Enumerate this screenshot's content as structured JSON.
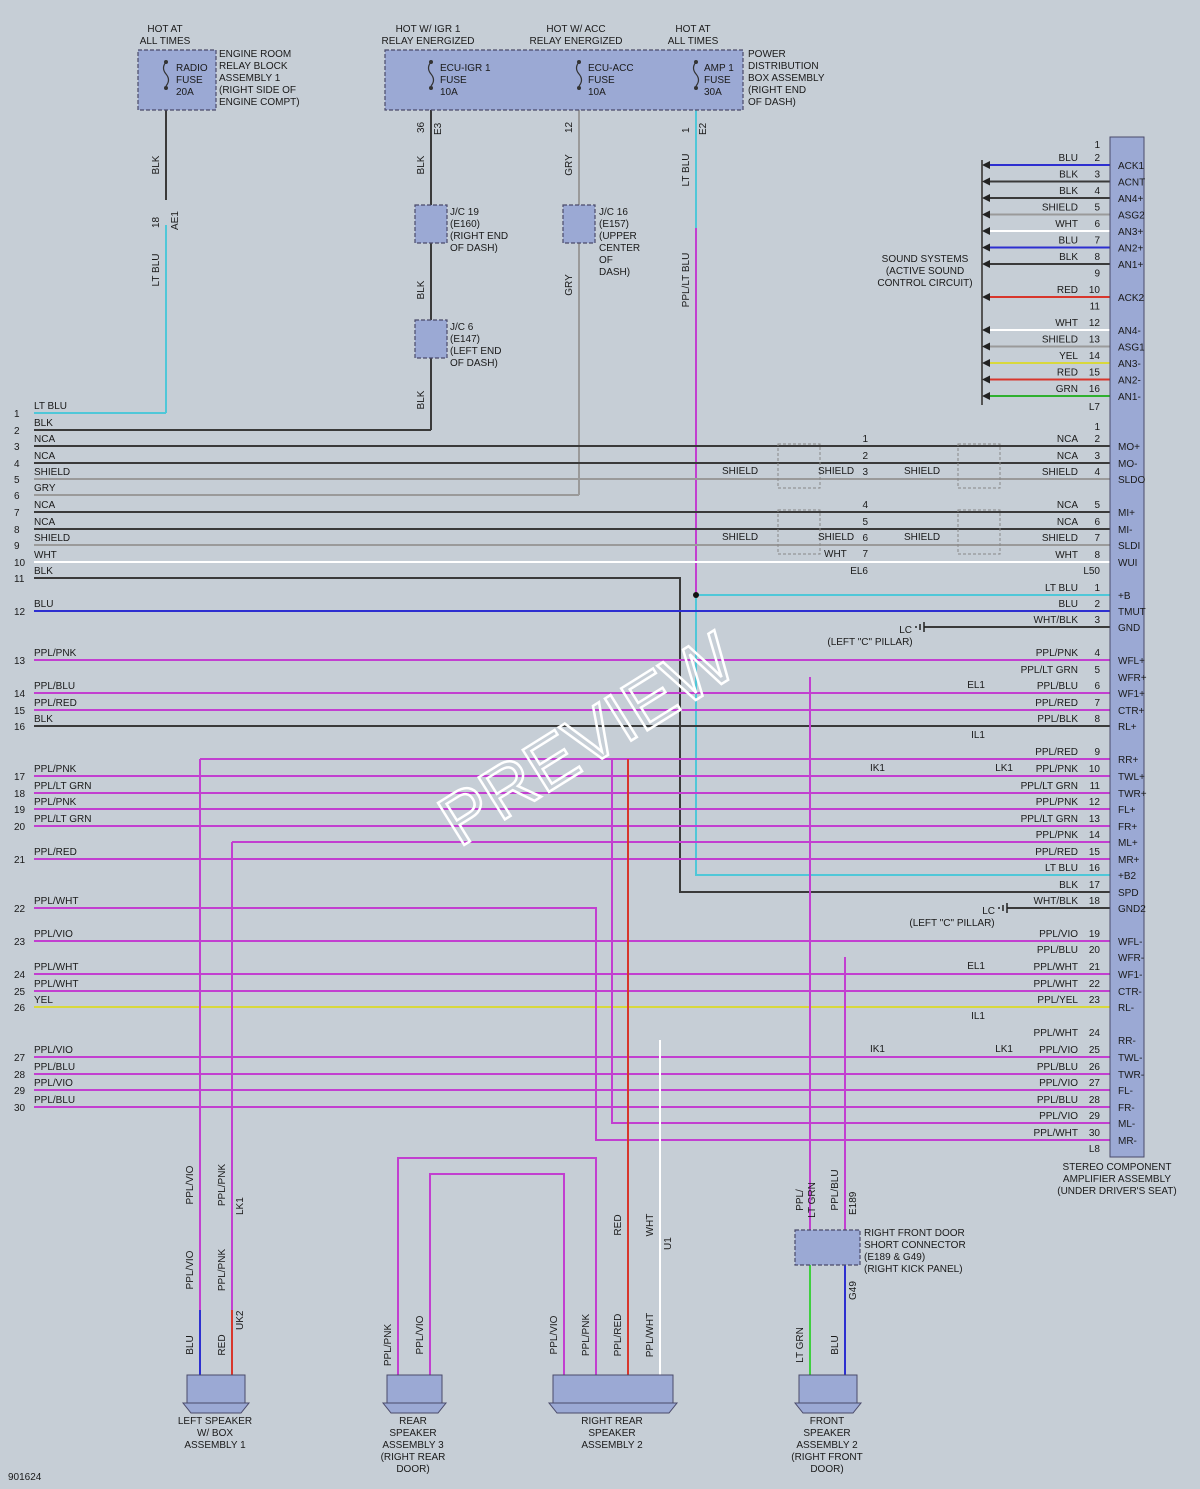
{
  "header": {
    "hot_all_times_1": "HOT AT\nALL TIMES",
    "hot_igr": "HOT W/ IGR 1\nRELAY ENERGIZED",
    "hot_acc": "HOT W/ ACC\nRELAY ENERGIZED",
    "hot_all_times_2": "HOT AT\nALL TIMES"
  },
  "boxes": {
    "engine_room": "ENGINE ROOM\nRELAY BLOCK\nASSEMBLY 1\n(RIGHT SIDE OF\nENGINE COMPT)",
    "radio_fuse": "RADIO\nFUSE\n20A",
    "ecu_igr": "ECU-IGR 1\nFUSE\n10A",
    "ecu_acc": "ECU-ACC\nFUSE\n10A",
    "amp_fuse": "AMP 1\nFUSE\n30A",
    "power_dist": "POWER\nDISTRIBUTION\nBOX ASSEMBLY\n(RIGHT END\nOF DASH)",
    "jc19": "J/C 19\n(E160)\n(RIGHT END\nOF DASH)",
    "jc16": "J/C 16\n(E157)\n(UPPER\nCENTER\nOF\nDASH)",
    "jc6": "J/C 6\n(E147)\n(LEFT END\nOF DASH)",
    "sound_systems": "SOUND SYSTEMS\n(ACTIVE SOUND\nCONTROL CIRCUIT)",
    "amplifier": "STEREO COMPONENT\nAMPLIFIER ASSEMBLY\n(UNDER DRIVER'S SEAT)",
    "rf_door_conn": "RIGHT FRONT DOOR\nSHORT CONNECTOR\n(E189 & G49)\n(RIGHT KICK PANEL)",
    "left_speaker": "LEFT SPEAKER\nW/ BOX\nASSEMBLY 1",
    "rear_speaker3": "REAR\nSPEAKER\nASSEMBLY 3\n(RIGHT REAR\nDOOR)",
    "right_rear_speaker2": "RIGHT REAR\nSPEAKER\nASSEMBLY 2",
    "front_speaker2": "FRONT\nSPEAKER\nASSEMBLY 2\n(RIGHT FRONT\nDOOR)"
  },
  "colors": {
    "blk": "#3a3a3a",
    "ltblu": "#4fc7d8",
    "blu": "#2d2fd0",
    "gry": "#9a9a9a",
    "ppl": "#c23fd0",
    "red": "#d8362c",
    "yel": "#d8d83c",
    "grn": "#2fb02f",
    "wht": "#ffffff",
    "ltgrn": "#3fcf3f"
  },
  "top_wires": [
    {
      "label": "BLK",
      "pin_top": "",
      "pin_bot": "18",
      "conn": "AE1"
    },
    {
      "label": "LT BLU",
      "pin_top": "",
      "pin_bot": "",
      "conn": ""
    },
    {
      "label": "BLK",
      "pin_top": "36",
      "pin_bot": "",
      "conn": "E3"
    },
    {
      "label": "GRY",
      "pin_top": "12",
      "pin_bot": "",
      "conn": ""
    },
    {
      "label": "LT BLU",
      "pin_top": "1",
      "pin_bot": "",
      "conn": "E2"
    }
  ],
  "left_lines": [
    {
      "num": "1",
      "label": "LT BLU"
    },
    {
      "num": "2",
      "label": "BLK"
    },
    {
      "num": "3",
      "label": "NCA"
    },
    {
      "num": "4",
      "label": "NCA"
    },
    {
      "num": "5",
      "label": "SHIELD"
    },
    {
      "num": "6",
      "label": "GRY"
    },
    {
      "num": "7",
      "label": "NCA"
    },
    {
      "num": "8",
      "label": "NCA"
    },
    {
      "num": "9",
      "label": "SHIELD"
    },
    {
      "num": "10",
      "label": "WHT"
    },
    {
      "num": "11",
      "label": "BLK"
    },
    {
      "num": "12",
      "label": "BLU"
    },
    {
      "num": "13",
      "label": "PPL/PNK"
    },
    {
      "num": "14",
      "label": "PPL/BLU"
    },
    {
      "num": "15",
      "label": "PPL/RED"
    },
    {
      "num": "16",
      "label": "BLK"
    },
    {
      "num": "17",
      "label": "PPL/PNK"
    },
    {
      "num": "18",
      "label": "PPL/LT GRN"
    },
    {
      "num": "19",
      "label": "PPL/PNK"
    },
    {
      "num": "20",
      "label": "PPL/LT GRN"
    },
    {
      "num": "21",
      "label": "PPL/RED"
    },
    {
      "num": "22",
      "label": "PPL/WHT"
    },
    {
      "num": "23",
      "label": "PPL/VIO"
    },
    {
      "num": "24",
      "label": "PPL/WHT"
    },
    {
      "num": "25",
      "label": "PPL/WHT"
    },
    {
      "num": "26",
      "label": "YEL"
    },
    {
      "num": "27",
      "label": "PPL/VIO"
    },
    {
      "num": "28",
      "label": "PPL/BLU"
    },
    {
      "num": "29",
      "label": "PPL/VIO"
    },
    {
      "num": "30",
      "label": "PPL/BLU"
    }
  ],
  "l7_pins": [
    {
      "color": "BLU",
      "pin": "2",
      "sig": "ACK1"
    },
    {
      "color": "BLK",
      "pin": "3",
      "sig": "ACNT"
    },
    {
      "color": "BLK",
      "pin": "4",
      "sig": "AN4+"
    },
    {
      "color": "SHIELD",
      "pin": "5",
      "sig": "ASG2"
    },
    {
      "color": "WHT",
      "pin": "6",
      "sig": "AN3+"
    },
    {
      "color": "BLU",
      "pin": "7",
      "sig": "AN2+"
    },
    {
      "color": "BLK",
      "pin": "8",
      "sig": "AN1+"
    },
    {
      "color": "",
      "pin": "9",
      "sig": ""
    },
    {
      "color": "RED",
      "pin": "10",
      "sig": "ACK2"
    },
    {
      "color": "",
      "pin": "11",
      "sig": ""
    },
    {
      "color": "WHT",
      "pin": "12",
      "sig": "AN4-"
    },
    {
      "color": "SHIELD",
      "pin": "13",
      "sig": "ASG1"
    },
    {
      "color": "YEL",
      "pin": "14",
      "sig": "AN3-"
    },
    {
      "color": "RED",
      "pin": "15",
      "sig": "AN2-"
    },
    {
      "color": "GRN",
      "pin": "16",
      "sig": "AN1-"
    }
  ],
  "l50_pins": [
    {
      "color": "NCA",
      "pin": "2",
      "sig": "MO+"
    },
    {
      "color": "NCA",
      "pin": "3",
      "sig": "MO-"
    },
    {
      "color": "SHIELD",
      "pin": "4",
      "sig": "SLDO"
    },
    {
      "color": "NCA",
      "pin": "5",
      "sig": "MI+"
    },
    {
      "color": "NCA",
      "pin": "6",
      "sig": "MI-"
    },
    {
      "color": "SHIELD",
      "pin": "7",
      "sig": "SLDI"
    },
    {
      "color": "WHT",
      "pin": "8",
      "sig": "WUI"
    }
  ],
  "l8_pins": [
    {
      "color": "LT BLU",
      "pin": "1",
      "sig": "+B"
    },
    {
      "color": "BLU",
      "pin": "2",
      "sig": "TMUT"
    },
    {
      "color": "WHT/BLK",
      "pin": "3",
      "sig": "GND"
    },
    {
      "color": "PPL/PNK",
      "pin": "4",
      "sig": "WFL+"
    },
    {
      "color": "PPL/LT GRN",
      "pin": "5",
      "sig": "WFR+"
    },
    {
      "color": "PPL/BLU",
      "pin": "6",
      "sig": "WF1+"
    },
    {
      "color": "PPL/RED",
      "pin": "7",
      "sig": "CTR+"
    },
    {
      "color": "PPL/BLK",
      "pin": "8",
      "sig": "RL+"
    },
    {
      "color": "PPL/RED",
      "pin": "9",
      "sig": "RR+"
    },
    {
      "color": "PPL/PNK",
      "pin": "10",
      "sig": "TWL+"
    },
    {
      "color": "PPL/LT GRN",
      "pin": "11",
      "sig": "TWR+"
    },
    {
      "color": "PPL/PNK",
      "pin": "12",
      "sig": "FL+"
    },
    {
      "color": "PPL/LT GRN",
      "pin": "13",
      "sig": "FR+"
    },
    {
      "color": "PPL/PNK",
      "pin": "14",
      "sig": "ML+"
    },
    {
      "color": "PPL/RED",
      "pin": "15",
      "sig": "MR+"
    },
    {
      "color": "LT BLU",
      "pin": "16",
      "sig": "+B2"
    },
    {
      "color": "BLK",
      "pin": "17",
      "sig": "SPD"
    },
    {
      "color": "WHT/BLK",
      "pin": "18",
      "sig": "GND2"
    },
    {
      "color": "PPL/VIO",
      "pin": "19",
      "sig": "WFL-"
    },
    {
      "color": "PPL/BLU",
      "pin": "20",
      "sig": "WFR-"
    },
    {
      "color": "PPL/WHT",
      "pin": "21",
      "sig": "WF1-"
    },
    {
      "color": "PPL/WHT",
      "pin": "22",
      "sig": "CTR-"
    },
    {
      "color": "PPL/YEL",
      "pin": "23",
      "sig": "RL-"
    },
    {
      "color": "PPL/WHT",
      "pin": "24",
      "sig": "RR-"
    },
    {
      "color": "PPL/VIO",
      "pin": "25",
      "sig": "TWL-"
    },
    {
      "color": "PPL/BLU",
      "pin": "26",
      "sig": "TWR-"
    },
    {
      "color": "PPL/VIO",
      "pin": "27",
      "sig": "FL-"
    },
    {
      "color": "PPL/BLU",
      "pin": "28",
      "sig": "FR-"
    },
    {
      "color": "PPL/VIO",
      "pin": "29",
      "sig": "ML-"
    },
    {
      "color": "PPL/WHT",
      "pin": "30",
      "sig": "MR-"
    }
  ],
  "conn_labels": {
    "l7": "L7",
    "l50": "L50",
    "l8": "L8",
    "el6": "EL6",
    "el1": "EL1",
    "il1": "IL1",
    "ik1": "IK1",
    "lk1": "LK1",
    "lc": "LC",
    "lc_pillar": "(LEFT \"C\" PILLAR)",
    "uk2": "UK2",
    "u1": "U1",
    "e189": "E189",
    "g49": "G49"
  },
  "misc": {
    "doc_id": "901624",
    "watermark": "PREVIEW"
  }
}
